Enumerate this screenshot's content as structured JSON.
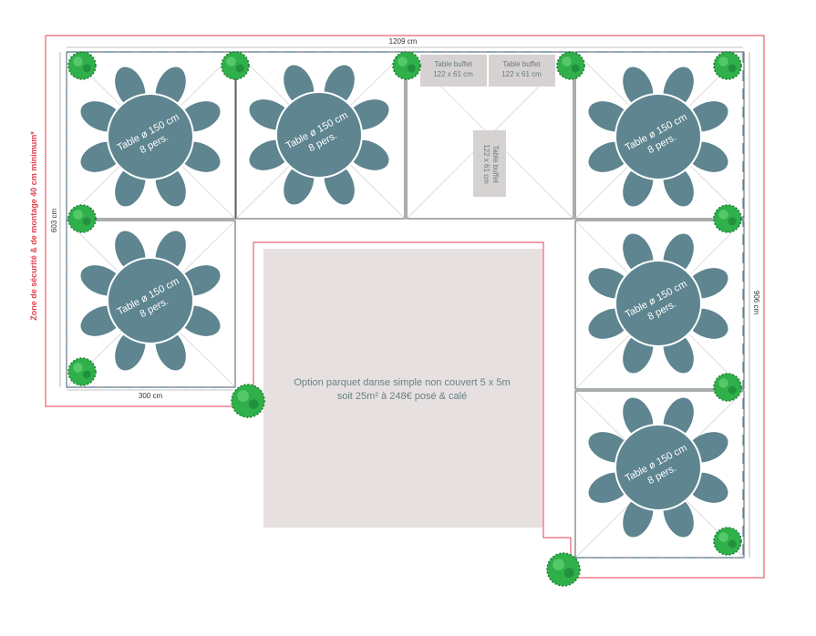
{
  "labels": {
    "safety_zone": "Zone de sécurité & de montage 40 cm minimum*",
    "width_total": "1209 cm",
    "height_left": "603 cm",
    "height_right": "906 cm",
    "module_width": "300 cm"
  },
  "round_table": {
    "line1": "Table ø 150 cm",
    "line2": "8 pers."
  },
  "buffet_table": {
    "line1": "Table buffet",
    "line2": "122 x 61 cm"
  },
  "dance_floor": {
    "line1": "Option parquet danse simple non couvert 5 x 5m",
    "line2": "soit 25m² à 248€ posé & calé"
  },
  "colors": {
    "table": "#5e8590",
    "red_line": "#e04050",
    "floor": "#e6e1e0",
    "buffet": "#d6d2d1",
    "plant": "#2fb04a"
  }
}
